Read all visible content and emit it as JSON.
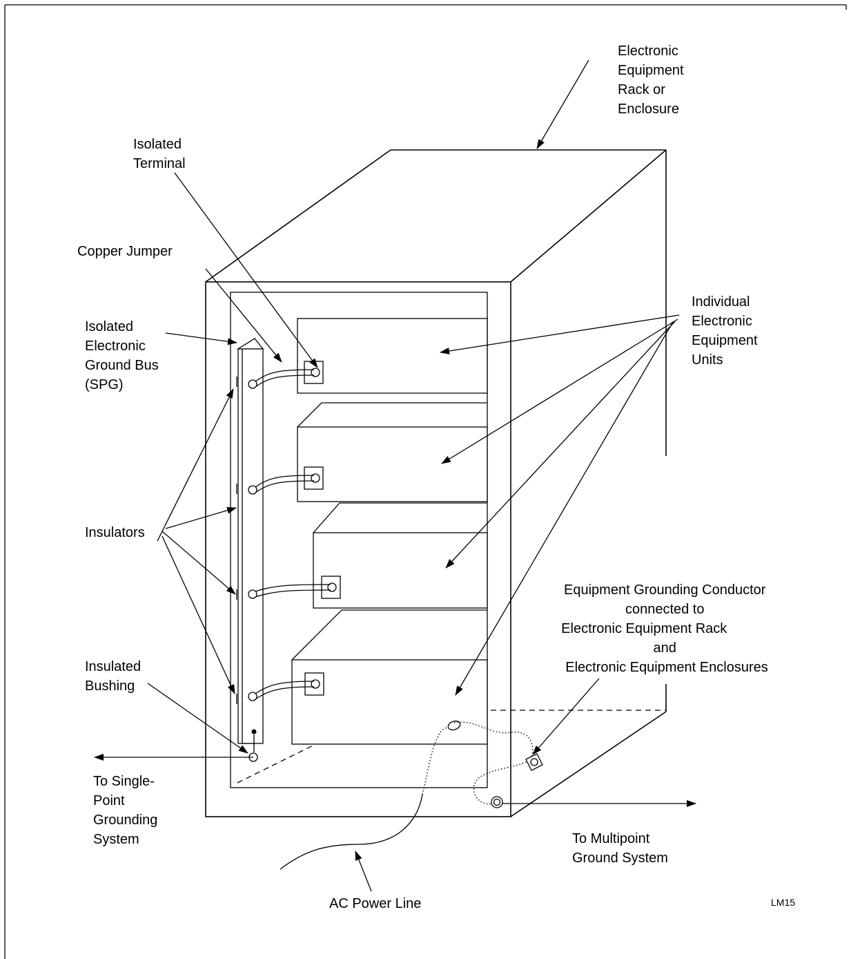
{
  "labels": {
    "enclosure": [
      "Electronic",
      "Equipment",
      "Rack or",
      "Enclosure"
    ],
    "isolated_terminal": [
      "Isolated",
      "Terminal"
    ],
    "copper_jumper": [
      "Copper Jumper"
    ],
    "ground_bus": [
      "Isolated",
      "Electronic",
      "Ground Bus",
      "(SPG)"
    ],
    "insulators": [
      "Insulators"
    ],
    "insulated_bushing": [
      "Insulated",
      "Bushing"
    ],
    "single_point": [
      "To Single-",
      "Point",
      "Grounding",
      "System"
    ],
    "equipment_units": [
      "Individual",
      "Electronic",
      "Equipment",
      "Units"
    ],
    "egc": [
      "Equipment Grounding Conductor",
      "connected to",
      "Electronic Equipment Rack",
      "and",
      "Electronic Equipment Enclosures"
    ],
    "multipoint": [
      "To Multipoint",
      "Ground System"
    ],
    "ac_power": [
      "AC Power Line"
    ],
    "figure_id": "LM15"
  }
}
